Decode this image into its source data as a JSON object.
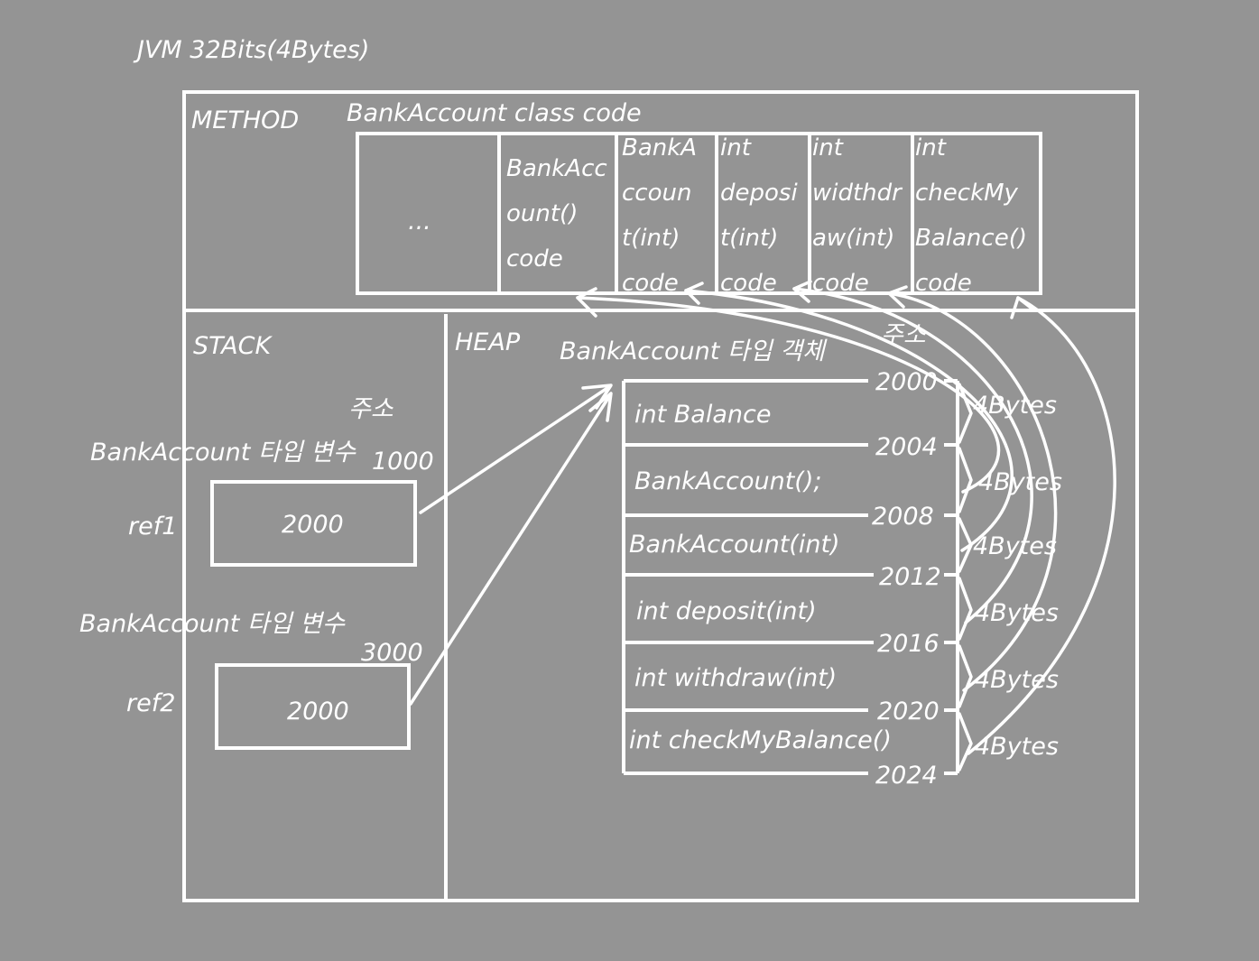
{
  "title": "JVM 32Bits(4Bytes)",
  "method": {
    "label": "METHOD",
    "class_code_label": "BankAccount class code",
    "cells": [
      {
        "lines": [
          "..."
        ]
      },
      {
        "lines": [
          "BankAcc",
          "ount()",
          "code"
        ]
      },
      {
        "lines": [
          "BankA",
          "ccoun",
          "t(int)",
          "code"
        ]
      },
      {
        "lines": [
          "int",
          "deposi",
          "t(int)",
          "code"
        ]
      },
      {
        "lines": [
          "int",
          "widthdr",
          "aw(int)",
          "code"
        ]
      },
      {
        "lines": [
          "int",
          "checkMy",
          "Balance()",
          "code"
        ]
      }
    ]
  },
  "stack": {
    "label": "STACK",
    "address_label": "주소",
    "vars": [
      {
        "type_label": "BankAccount 타입 변수",
        "address": "1000",
        "name": "ref1",
        "value": "2000"
      },
      {
        "type_label": "BankAccount 타입 변수",
        "address": "3000",
        "name": "ref2",
        "value": "2000"
      }
    ]
  },
  "heap": {
    "label": "HEAP",
    "object_label": "BankAccount 타입 객체",
    "address_label": "주소",
    "fields": [
      "int Balance",
      "BankAccount();",
      "BankAccount(int)",
      "int deposit(int)",
      "int withdraw(int)",
      "int checkMyBalance()"
    ],
    "addresses": [
      "2000",
      "2004",
      "2008",
      "2012",
      "2016",
      "2020",
      "2024"
    ],
    "sizes": [
      "4Bytes",
      "4Bytes",
      "4Bytes",
      "4Bytes",
      "4Bytes",
      "4Bytes"
    ]
  }
}
